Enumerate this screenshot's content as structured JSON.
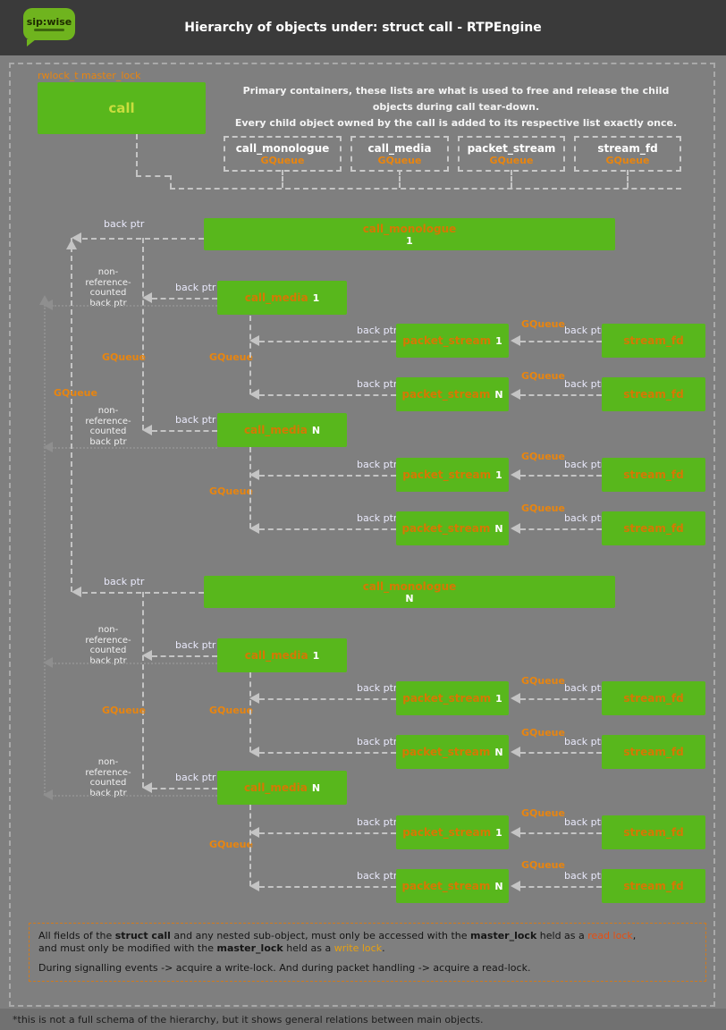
{
  "header": {
    "logo": "sip:wise",
    "title": "Hierarchy of objects under: struct call - RTPEngine"
  },
  "intro": {
    "line1": "Primary containers, these lists are what is used to free and release the child objects during call tear-down.",
    "line2": "Every child object owned by the call is added to its respective list exactly once."
  },
  "labels": {
    "rwlock": "rwlock_t master_lock",
    "back_ptr": "back ptr",
    "gqueue": "GQueue",
    "non_ref": "non-\nreference-\ncounted\nback ptr"
  },
  "queues": [
    {
      "name": "call_monologue"
    },
    {
      "name": "call_media"
    },
    {
      "name": "packet_stream"
    },
    {
      "name": "stream_fd"
    }
  ],
  "nodes": {
    "call": "call",
    "call_monologue": "call_monologue",
    "call_media": "call_media",
    "packet_stream": "packet_stream",
    "stream_fd": "stream_fd",
    "one": "1",
    "n": "N"
  },
  "note": {
    "p1a": "All fields of the ",
    "p1b": "struct call",
    "p1c": " and any nested sub-object, must only be accessed with the ",
    "p1d": "master_lock",
    "p1e": " held as a ",
    "p1f": "read lock",
    "p1g": ",",
    "p2a": "and must only be modified with the ",
    "p2b": "master_lock",
    "p2c": " held as a ",
    "p2d": "write lock",
    "p2e": ".",
    "p3": "During signalling events -> acquire a write-lock. And during packet handling -> acquire a read-lock."
  },
  "footer": "*this is not a full schema of the hierarchy, but it shows general relations between main objects."
}
